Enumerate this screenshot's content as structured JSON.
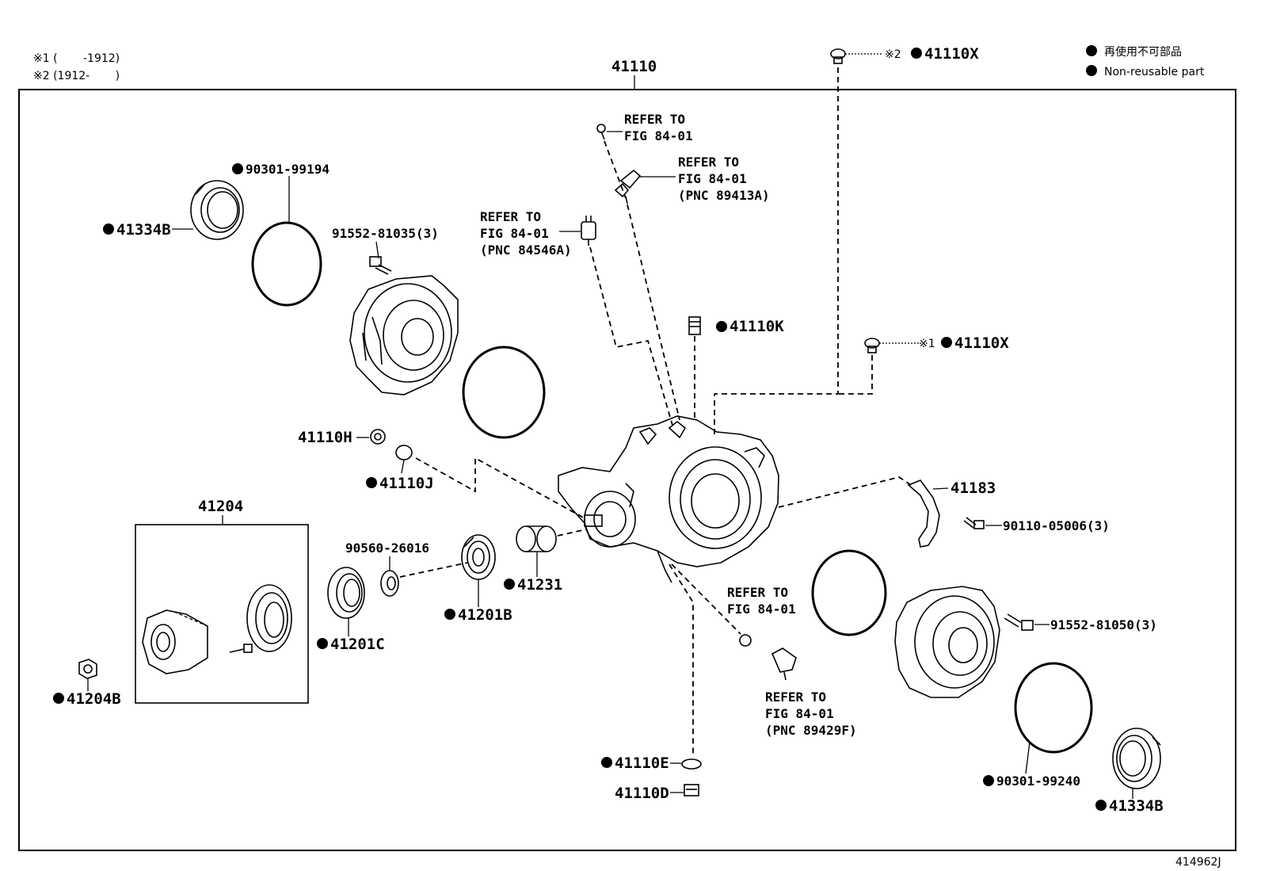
{
  "notes": {
    "note1": "※1 (　　 -1912)",
    "note2": "※2 (1912-　　 )"
  },
  "legend": {
    "line1": "再使用不可部品",
    "line2": "Non-reusable part"
  },
  "figure_id": "414962J",
  "labels": {
    "assy": "41110",
    "bearing_seal_left": "41334B",
    "oring_left": "90301-99194",
    "bolt_left": "91552-81035(3)",
    "refer_top1_a": "REFER TO",
    "refer_top1_b": "FIG 84-01",
    "refer_top2_a": "REFER TO",
    "refer_top2_b": "FIG 84-01",
    "refer_top2_c": "(PNC 89413A)",
    "refer_top3_a": "REFER TO",
    "refer_top3_b": "FIG 84-01",
    "refer_top3_c": "(PNC 84546A)",
    "plug_k": "41110K",
    "x2_mark": "※2",
    "x2_part": "41110X",
    "x1_mark": "※1",
    "x1_part": "41110X",
    "plug_h": "41110H",
    "gasket_j": "41110J",
    "sub_assy_box": "41204",
    "washer": "90560-26016",
    "bearing_b": "41201B",
    "spacer": "41231",
    "seal_c": "41201C",
    "nut": "41204B",
    "cover_41183": "41183",
    "bolt_small": "90110-05006(3)",
    "refer_mid_a": "REFER TO",
    "refer_mid_b": "FIG 84-01",
    "bolt_right": "91552-81050(3)",
    "refer_bot_a": "REFER TO",
    "refer_bot_b": "FIG 84-01",
    "refer_bot_c": "(PNC 89429F)",
    "gasket_e": "41110E",
    "plug_d": "41110D",
    "oring_right": "90301-99240",
    "bearing_seal_right": "41334B"
  }
}
